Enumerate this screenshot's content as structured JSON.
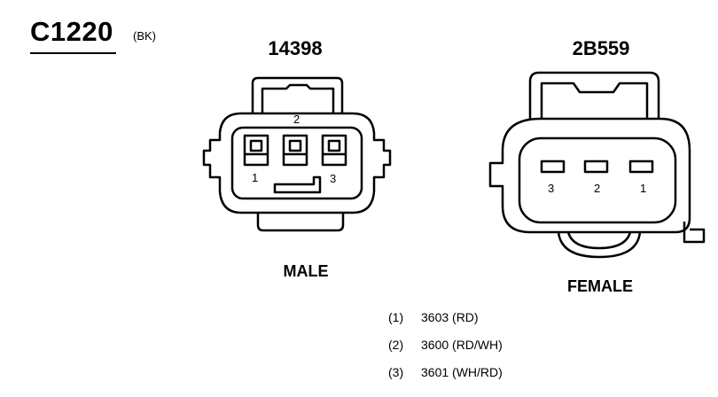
{
  "header": {
    "connector_id": "C1220",
    "color_code": "(BK)"
  },
  "connectors": [
    {
      "part_number": "14398",
      "gender": "MALE",
      "pin_labels": {
        "p2": "2",
        "p1": "1",
        "p3": "3"
      }
    },
    {
      "part_number": "2B559",
      "gender": "FEMALE",
      "pin_labels": {
        "p3": "3",
        "p2": "2",
        "p1": "1"
      }
    }
  ],
  "legend": [
    {
      "num": "(1)",
      "circuit": "3603 (RD)"
    },
    {
      "num": "(2)",
      "circuit": "3600 (RD/WH)"
    },
    {
      "num": "(3)",
      "circuit": "3601 (WH/RD)"
    }
  ]
}
